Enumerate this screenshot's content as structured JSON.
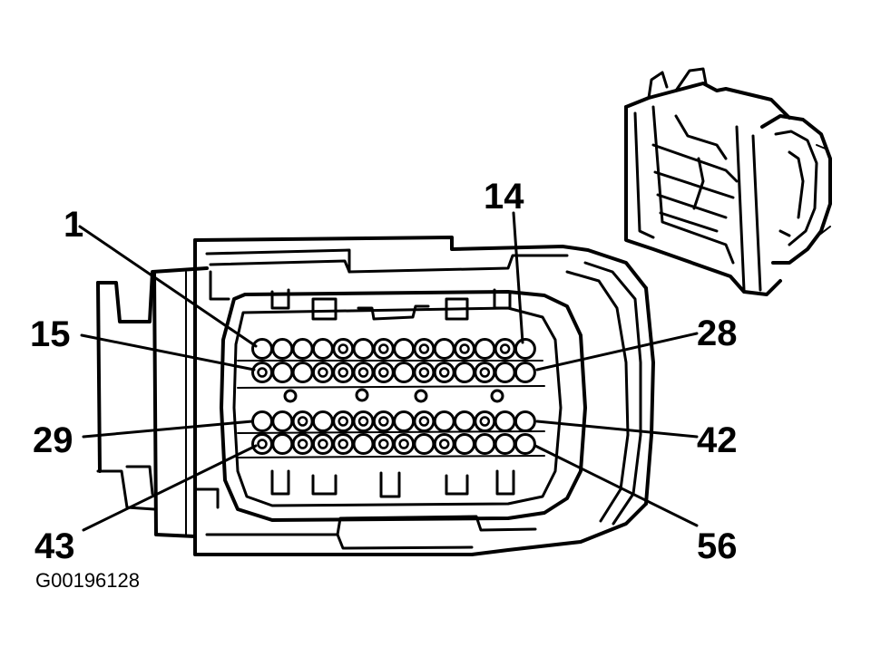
{
  "diagram": {
    "pin_labels": {
      "p1": "1",
      "p14": "14",
      "p15": "15",
      "p28": "28",
      "p29": "29",
      "p42": "42",
      "p43": "43",
      "p56": "56"
    },
    "figure_code": "G00196128",
    "rows": [
      {
        "first": 1,
        "last": 14,
        "count": 14,
        "inner_rings": [
          5,
          7,
          9,
          11,
          13
        ]
      },
      {
        "first": 15,
        "last": 28,
        "count": 14,
        "inner_rings": [
          1,
          4,
          5,
          6,
          7,
          9,
          10,
          12
        ]
      },
      {
        "first": 29,
        "last": 42,
        "count": 14,
        "inner_rings": [
          3,
          5,
          6,
          7,
          9,
          12
        ]
      },
      {
        "first": 43,
        "last": 56,
        "count": 14,
        "inner_rings": [
          1,
          3,
          4,
          5,
          7,
          8,
          10
        ]
      }
    ]
  }
}
